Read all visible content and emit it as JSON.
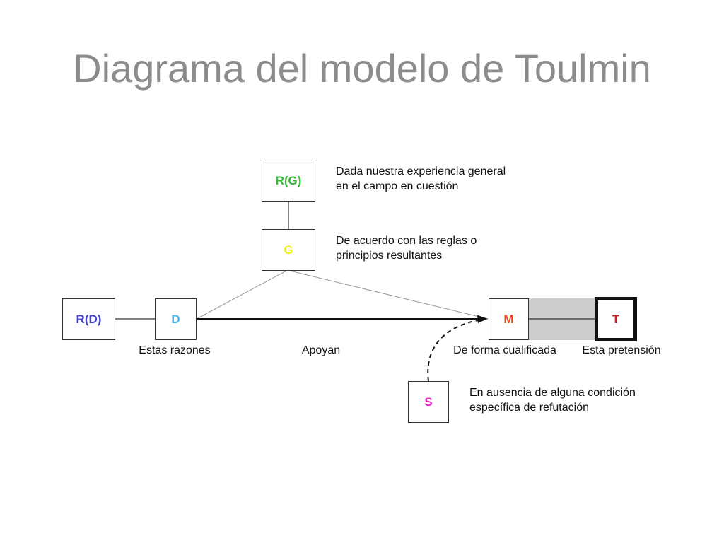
{
  "title": "Diagrama del modelo de Toulmin",
  "boxes": {
    "rd": {
      "label": "R(D)",
      "color": "#3f3fd0"
    },
    "d": {
      "label": "D",
      "color": "#44b8ea"
    },
    "rg": {
      "label": "R(G)",
      "color": "#33bb33"
    },
    "g": {
      "label": "G",
      "color": "#f0ef22"
    },
    "m": {
      "label": "M",
      "color": "#e84a1a"
    },
    "t": {
      "label": "T",
      "color": "#cc2020"
    },
    "s": {
      "label": "S",
      "color": "#e020c0"
    }
  },
  "notes": {
    "rg": [
      "Dada nuestra experiencia general",
      "en el campo en cuestión"
    ],
    "g": [
      "De acuerdo con las reglas o",
      "principios resultantes"
    ],
    "s": [
      "En ausencia de alguna condición",
      "específica de refutación"
    ]
  },
  "labels": {
    "d": "Estas razones",
    "arrow": "Apoyan",
    "m": "De forma cualificada",
    "t": "Esta pretensión"
  }
}
